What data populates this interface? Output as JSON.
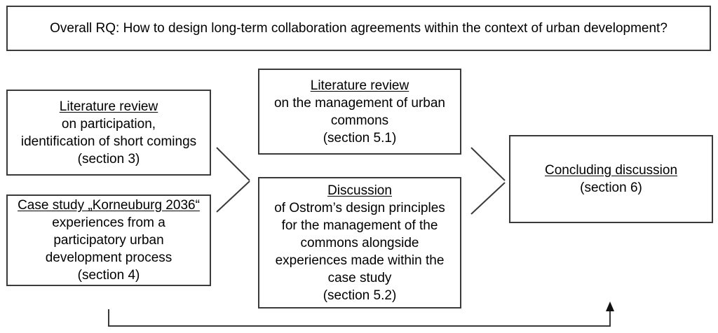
{
  "diagram": {
    "title": "Research design flow diagram",
    "background_color": "#ffffff",
    "line_color": "#3a3a3a",
    "text_color": "#000000",
    "boxes": {
      "overall_rq": {
        "lines": [
          "Overall RQ: How to design long-term collaboration agreements within the context of urban development?"
        ]
      },
      "lit_participation": {
        "heading": "Literature review",
        "lines": [
          "on participation,",
          "identification of short comings",
          "(section 3)"
        ]
      },
      "case_study": {
        "heading": "Case study „Korneuburg 2036“",
        "lines": [
          "experiences from a",
          "participatory urban",
          "development process",
          "(section 4)"
        ]
      },
      "lit_commons": {
        "heading": "Literature review",
        "lines": [
          "on the management of urban",
          "commons",
          "(section 5.1)"
        ]
      },
      "discussion": {
        "heading": "Discussion",
        "lines": [
          "of Ostrom’s design principles",
          "for the management of the",
          "commons alongside",
          "experiences made within the",
          "case study",
          "(section 5.2)"
        ]
      },
      "concluding": {
        "heading": "Concluding discussion",
        "lines": [
          "(section 6)"
        ]
      }
    },
    "connectors": [
      {
        "name": "lit-participation-to-middle",
        "type": "diagonal-line"
      },
      {
        "name": "case-study-to-middle",
        "type": "diagonal-line"
      },
      {
        "name": "lit-commons-to-concluding",
        "type": "diagonal-line"
      },
      {
        "name": "discussion-to-concluding",
        "type": "diagonal-line"
      },
      {
        "name": "feedback-loop-to-concluding",
        "type": "elbow-arrow"
      }
    ]
  }
}
